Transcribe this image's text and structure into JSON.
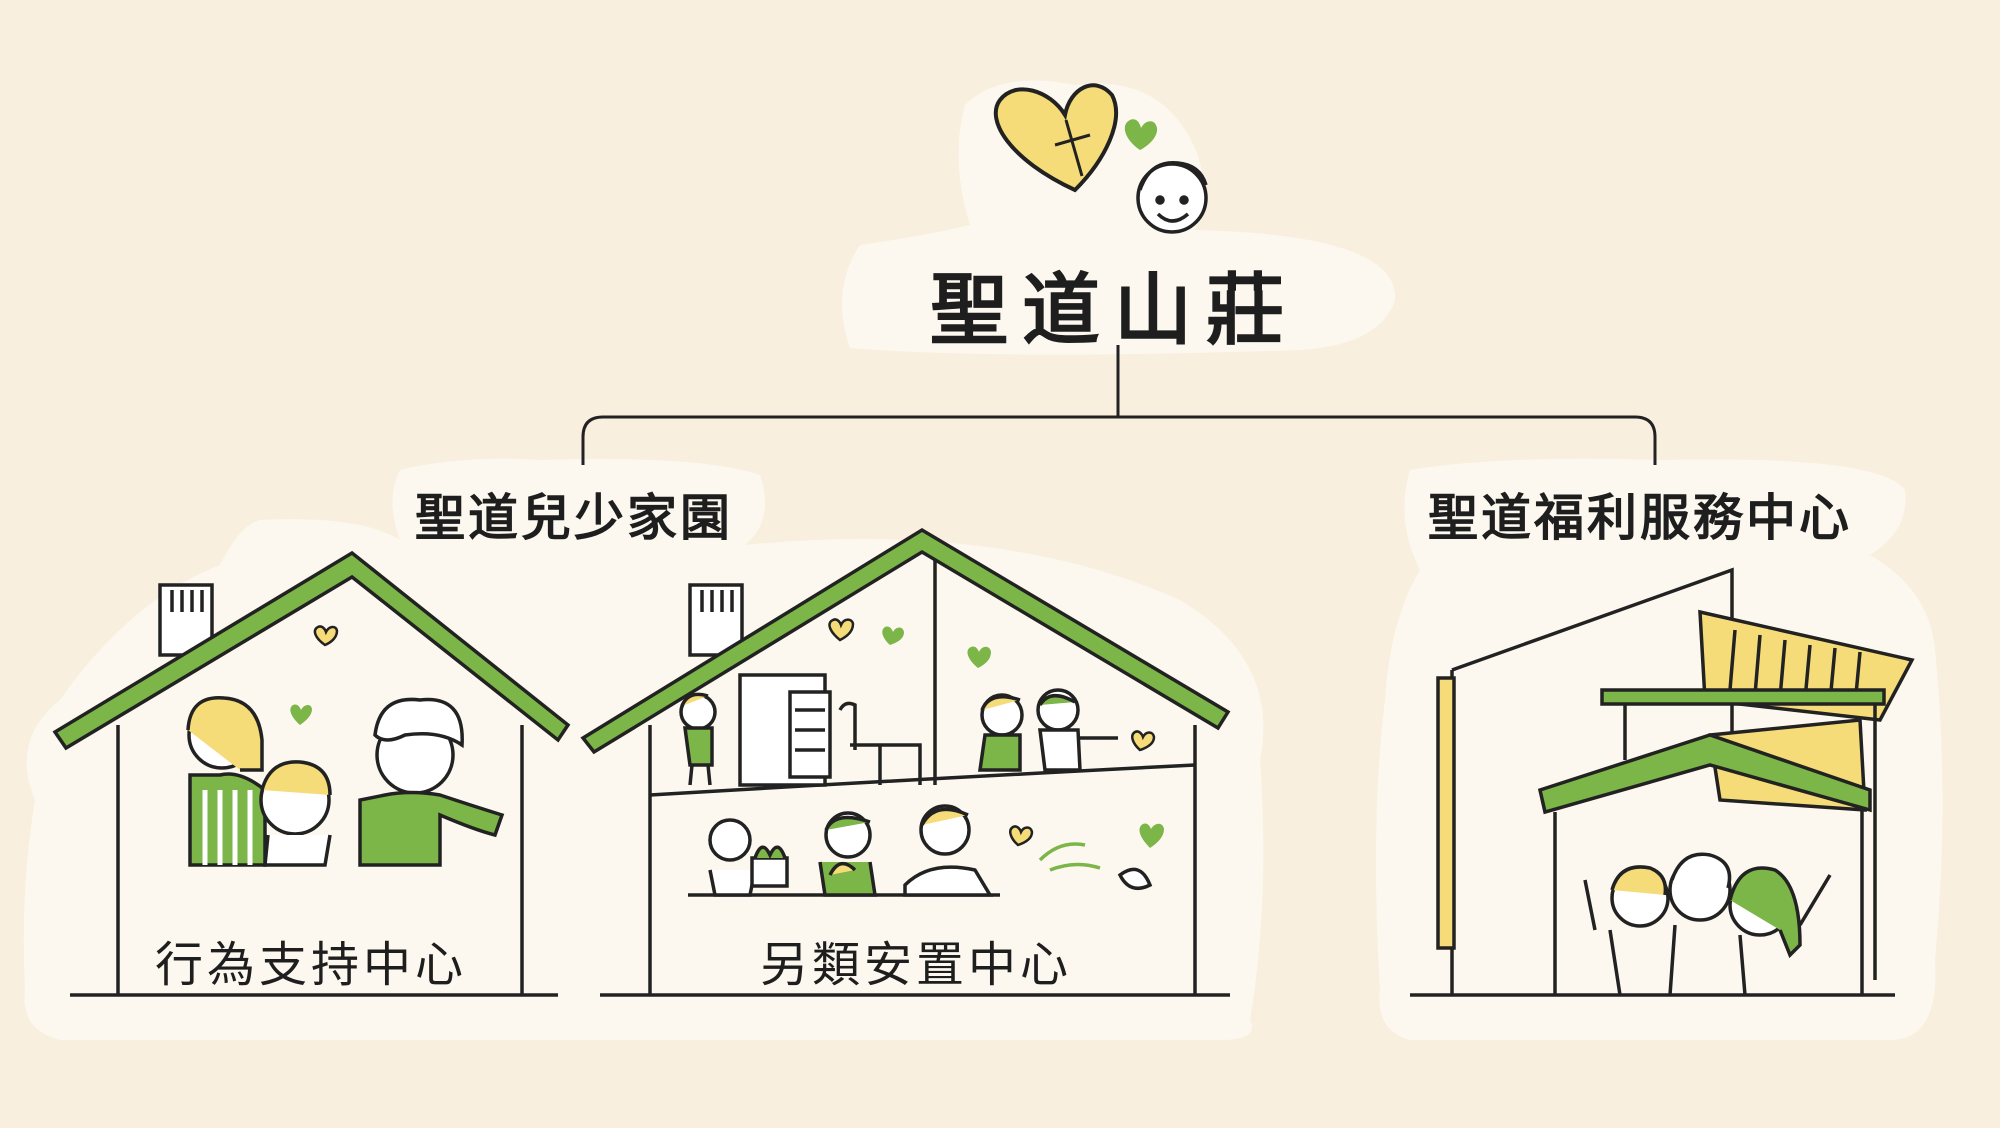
{
  "root": {
    "title": "聖道山莊"
  },
  "branches": [
    {
      "title": "聖道兒少家園",
      "centers": [
        {
          "name": "行為支持中心"
        },
        {
          "name": "另類安置中心"
        }
      ]
    },
    {
      "title": "聖道福利服務中心",
      "centers": []
    }
  ],
  "colors": {
    "background": "#f8efdf",
    "blob": "#fcf8ef",
    "green": "#7cb548",
    "yellow": "#f5dc78",
    "ink": "#222222"
  }
}
